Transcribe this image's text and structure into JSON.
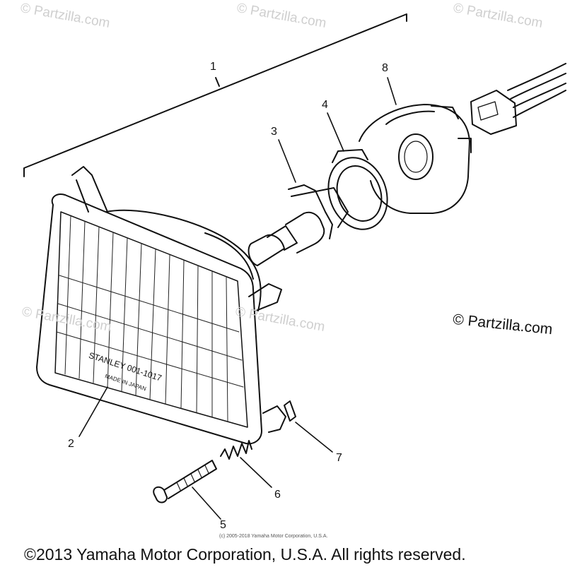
{
  "watermark": "© Partzilla.com",
  "watermark_main": "© Partzilla.com",
  "callouts": [
    "1",
    "2",
    "3",
    "4",
    "5",
    "6",
    "7",
    "8"
  ],
  "lens_text": {
    "brand": "STANLEY 001-1017",
    "origin": "MADE IN JAPAN"
  },
  "small_copyright": "(c) 2005-2018 Yamaha Motor Corporation, U.S.A.",
  "copyright": "©2013 Yamaha Motor Corporation, U.S.A. All rights reserved."
}
